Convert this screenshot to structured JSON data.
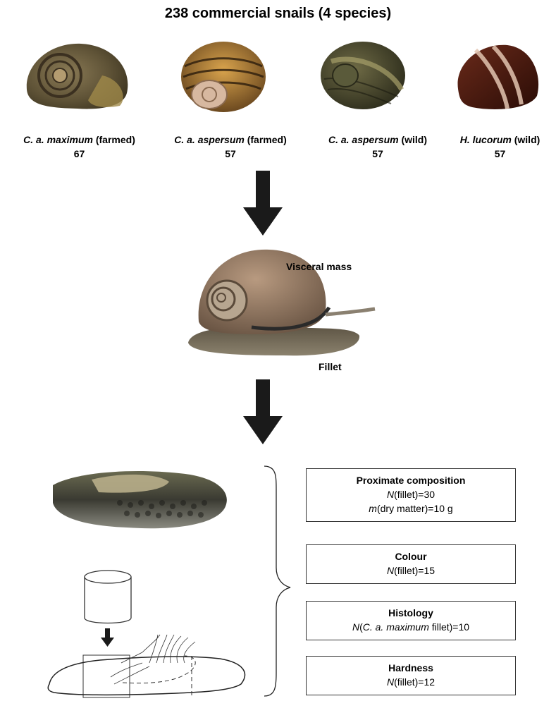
{
  "title": "238 commercial snails (4 species)",
  "snails": [
    {
      "name": "C. a. maximum",
      "condition": "(farmed)",
      "count": "67"
    },
    {
      "name": "C. a. aspersum",
      "condition": "(farmed)",
      "count": "57"
    },
    {
      "name": "C. a. aspersum",
      "condition": "(wild)",
      "count": "57"
    },
    {
      "name": "H. lucorum",
      "condition": "(wild)",
      "count": "57"
    }
  ],
  "snail_labels": {
    "visceral": "Visceral mass",
    "fillet": "Fillet"
  },
  "analyses": {
    "proximate": {
      "title": "Proximate composition",
      "n_var": "N",
      "n_text": "(fillet)=30",
      "m_var": "m",
      "m_text": "(dry matter)=10 g"
    },
    "colour": {
      "title": "Colour",
      "n_var": "N",
      "n_text": "(fillet)=15"
    },
    "histology": {
      "title": "Histology",
      "n_var": "N",
      "n_open": "(",
      "n_species": "C. a. maximum",
      "n_text": " fillet)=10"
    },
    "hardness": {
      "title": "Hardness",
      "n_var": "N",
      "n_text": "(fillet)=12"
    }
  }
}
